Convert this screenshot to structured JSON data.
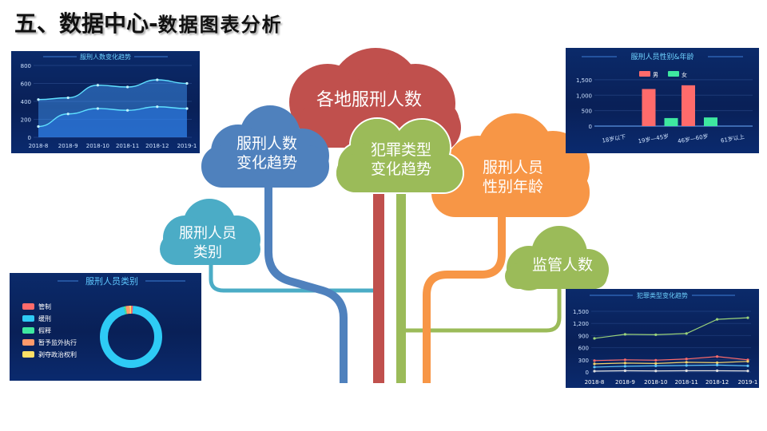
{
  "header": {
    "title": "五、数据中心-",
    "subtitle": "数据图表分析"
  },
  "clouds": {
    "main": "各地服刑人数",
    "trend": [
      "服刑人数",
      "变化趋势"
    ],
    "crime": [
      "犯罪类型",
      "变化趋势"
    ],
    "gender": [
      "服刑人员",
      "性别年龄"
    ],
    "category": [
      "服刑人员",
      "类别"
    ],
    "supervision": "监管人数"
  },
  "colors": {
    "red": "#c0504d",
    "blue": "#4f81bd",
    "green": "#9bbb59",
    "orange": "#f79646",
    "teal": "#4bacc6",
    "panel_bg": "#0b2a6a"
  },
  "chart_data": [
    {
      "type": "area",
      "title": "服刑人数变化趋势",
      "categories": [
        "2018-8",
        "2018-9",
        "2018-10",
        "2018-11",
        "2018-12",
        "2019-1"
      ],
      "y_ticks": [
        "0",
        "200",
        "400",
        "600",
        "800"
      ],
      "ylim": [
        0,
        800
      ],
      "series": [
        {
          "values": [
            420,
            440,
            580,
            560,
            640,
            600
          ]
        },
        {
          "values": [
            120,
            260,
            320,
            300,
            340,
            320
          ]
        }
      ]
    },
    {
      "type": "bar",
      "title": "服刑人员性别&年龄",
      "categories": [
        "18岁以下",
        "19岁—45岁",
        "46岁—60岁",
        "61岁以上"
      ],
      "y_ticks": [
        "0",
        "500",
        "1,000",
        "1,500"
      ],
      "ylim": [
        0,
        1600
      ],
      "legend": "top",
      "series": [
        {
          "name": "男",
          "color": "#ff6b6b",
          "values": [
            0,
            1200,
            1320,
            0
          ]
        },
        {
          "name": "女",
          "color": "#3ee8a0",
          "values": [
            0,
            260,
            280,
            0
          ]
        }
      ]
    },
    {
      "type": "pie",
      "title": "服刑人员类别",
      "legend": "left",
      "categories": [
        "管制",
        "缓刑",
        "假释",
        "暂予监外执行",
        "剥夺政治权利"
      ],
      "colors": [
        "#ff6b6b",
        "#2ecbf5",
        "#3ee8a0",
        "#ff9a6b",
        "#ffe066"
      ],
      "values": [
        1,
        95,
        1,
        2,
        1
      ]
    },
    {
      "type": "line",
      "title": "犯罪类型变化趋势",
      "categories": [
        "2018-8",
        "2018-9",
        "2018-10",
        "2018-11",
        "2018-12",
        "2019-1"
      ],
      "y_ticks": [
        "0",
        "300",
        "600",
        "900",
        "1,200",
        "1,500"
      ],
      "ylim": [
        0,
        1500
      ],
      "series": [
        {
          "color": "#9bd37a",
          "values": [
            830,
            930,
            920,
            950,
            1300,
            1340
          ]
        },
        {
          "color": "#ff6b6b",
          "values": [
            280,
            300,
            290,
            320,
            380,
            300
          ]
        },
        {
          "color": "#f3d36b",
          "values": [
            200,
            220,
            210,
            240,
            230,
            260
          ]
        },
        {
          "color": "#62c8ff",
          "values": [
            120,
            140,
            150,
            160,
            170,
            150
          ]
        },
        {
          "color": "#e0e0e0",
          "values": [
            20,
            30,
            25,
            30,
            30,
            25
          ]
        }
      ]
    }
  ]
}
